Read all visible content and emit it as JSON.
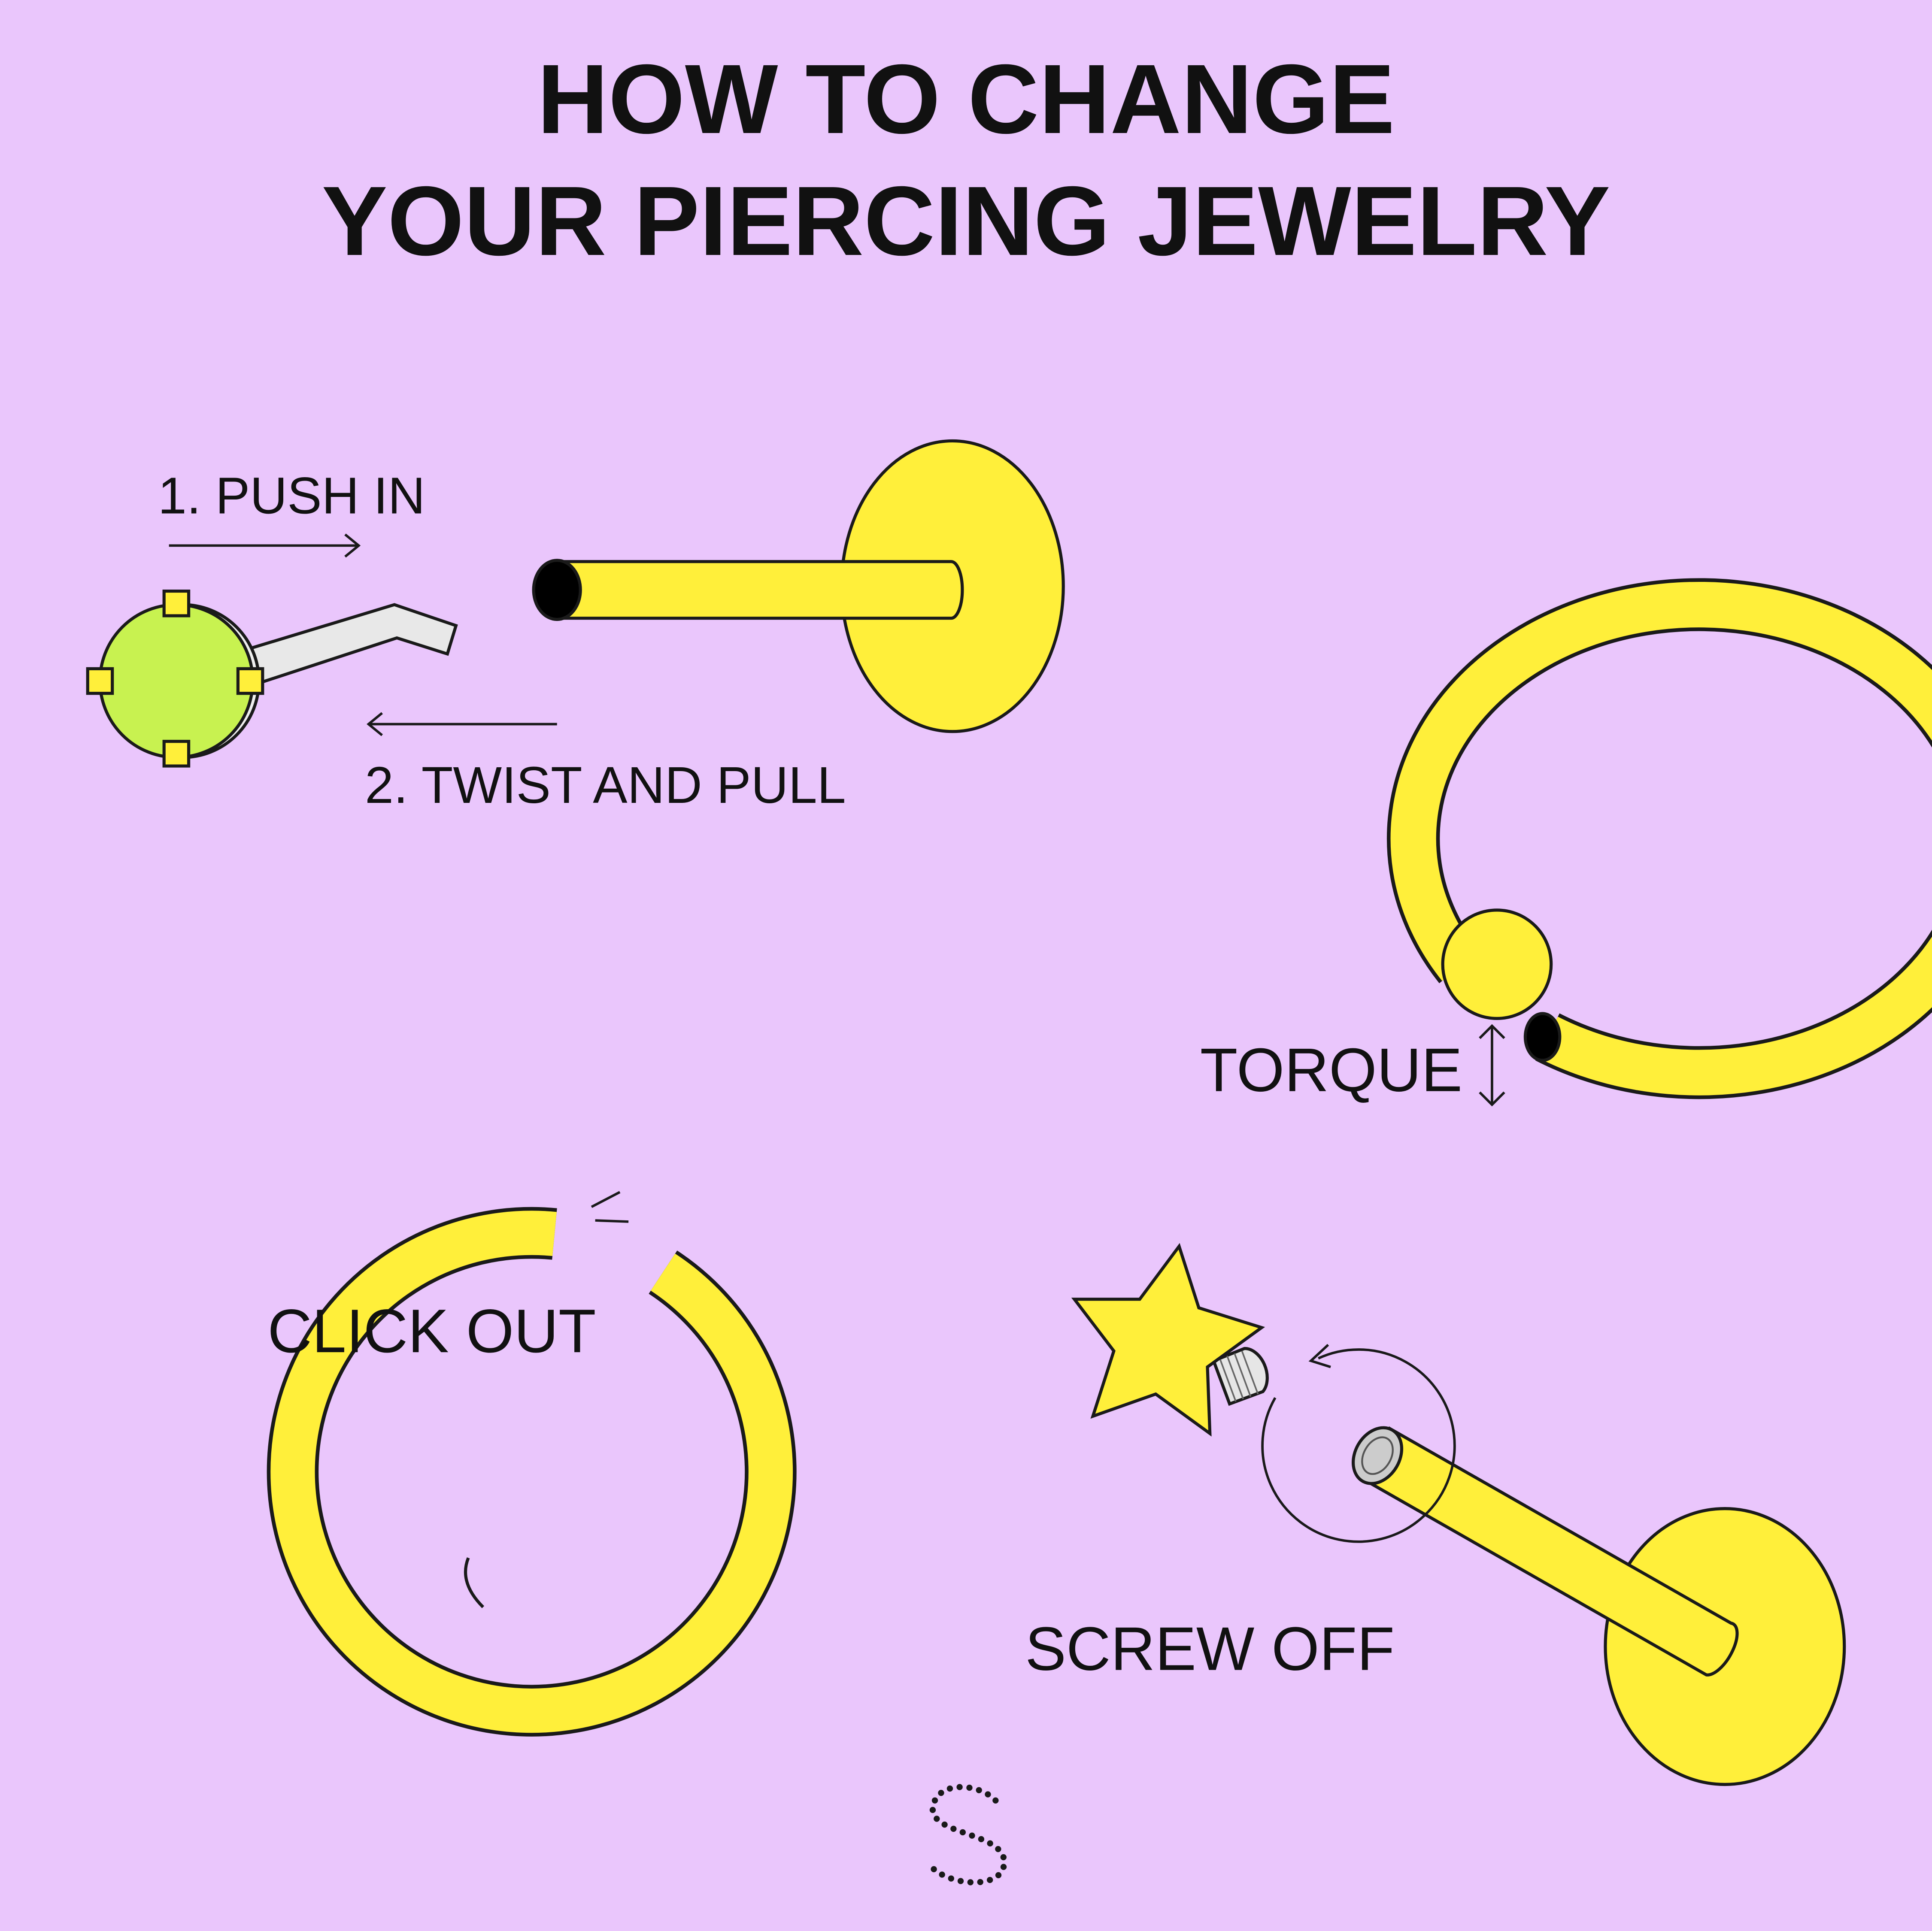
{
  "title": {
    "line1": "HOW TO CHANGE",
    "line2": "YOUR PIERCING JEWELRY"
  },
  "steps": {
    "push_in": "1. PUSH IN",
    "twist_and_pull": "2. TWIST AND PULL",
    "torque": "TORQUE",
    "click_out": "CLICK OUT",
    "screw_off": "SCREW OFF"
  },
  "logo": {
    "letter": "S"
  },
  "colors": {
    "background": "#EAC6FC",
    "jewelry_yellow": "#FFEF3A",
    "ball_green": "#C8F250",
    "outline": "#1A1A1A"
  }
}
